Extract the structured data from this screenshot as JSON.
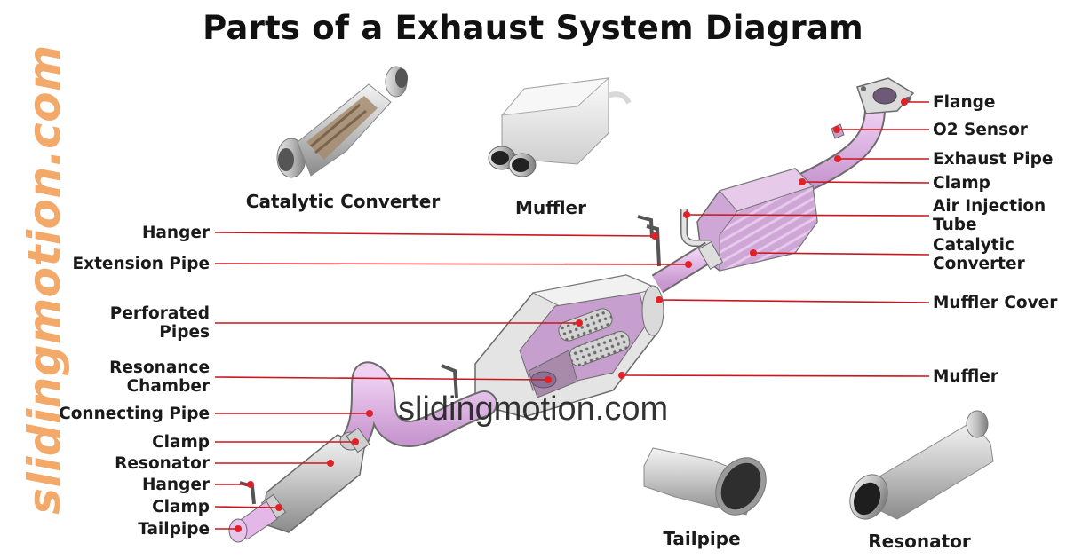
{
  "title": "Parts of a Exhaust System Diagram",
  "watermark_vertical": "slidingmotion.com",
  "watermark_center": "slidingmotion.com",
  "colors": {
    "leader": "#c8171f",
    "dot": "#e02128",
    "pipe": "#e0b7e6",
    "pipe_outline": "#6b6b6b",
    "watermark": "#f2a96a"
  },
  "left_labels": [
    {
      "name": "hanger-rear",
      "lines": [
        "Hanger"
      ]
    },
    {
      "name": "extension-pipe",
      "lines": [
        "Extension Pipe"
      ]
    },
    {
      "name": "perforated-pipes",
      "lines": [
        "Perforated",
        "Pipes"
      ]
    },
    {
      "name": "resonance-chamber",
      "lines": [
        "Resonance",
        "Chamber"
      ]
    },
    {
      "name": "connecting-pipe",
      "lines": [
        "Connecting Pipe"
      ]
    },
    {
      "name": "clamp-front",
      "lines": [
        "Clamp"
      ]
    },
    {
      "name": "resonator",
      "lines": [
        "Resonator"
      ]
    },
    {
      "name": "hanger-front",
      "lines": [
        "Hanger"
      ]
    },
    {
      "name": "clamp-tail",
      "lines": [
        "Clamp"
      ]
    },
    {
      "name": "tailpipe",
      "lines": [
        "Tailpipe"
      ]
    }
  ],
  "right_labels": [
    {
      "name": "flange",
      "lines": [
        "Flange"
      ]
    },
    {
      "name": "o2-sensor",
      "lines": [
        "O2 Sensor"
      ]
    },
    {
      "name": "exhaust-pipe",
      "lines": [
        "Exhaust Pipe"
      ]
    },
    {
      "name": "clamp-rear",
      "lines": [
        "Clamp"
      ]
    },
    {
      "name": "air-injection-tube",
      "lines": [
        "Air Injection",
        "Tube"
      ]
    },
    {
      "name": "catalytic-converter",
      "lines": [
        "Catalytic",
        "Converter"
      ]
    },
    {
      "name": "muffler-cover",
      "lines": [
        "Muffler Cover"
      ]
    },
    {
      "name": "muffler",
      "lines": [
        "Muffler"
      ]
    }
  ],
  "captions": {
    "catalytic_converter": "Catalytic Converter",
    "muffler": "Muffler",
    "tailpipe": "Tailpipe",
    "resonator": "Resonator"
  }
}
